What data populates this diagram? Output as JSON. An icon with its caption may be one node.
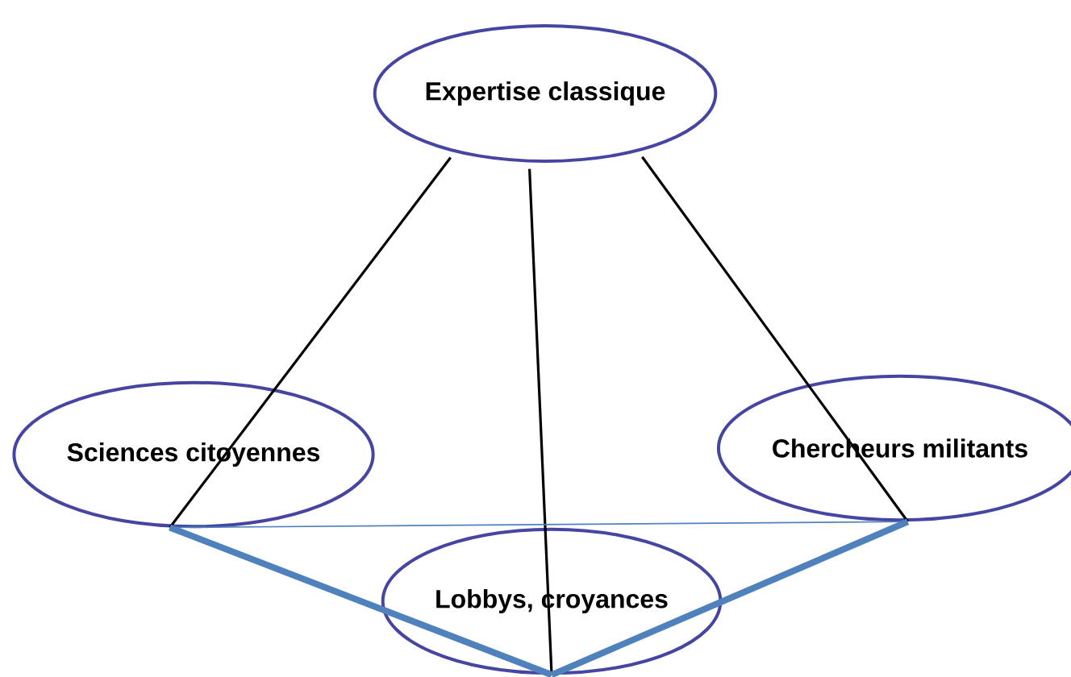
{
  "diagram": {
    "nodes": [
      {
        "text": [
          "Expertise classique"
        ]
      },
      {
        "text": [
          "Sciences citoyennes"
        ]
      },
      {
        "text": [
          "Lobbys, croyances"
        ]
      },
      {
        "text": [
          "Chercheurs militants"
        ]
      }
    ],
    "edges": [
      {
        "from": 0,
        "to": 1,
        "arrow": "none"
      },
      {
        "from": 0,
        "to": 2,
        "arrow": "none"
      },
      {
        "from": 0,
        "to": 3,
        "arrow": "none"
      },
      {
        "from": 1,
        "to": 3,
        "arrow": "none",
        "color": "#4f81bd"
      },
      {
        "from": 1,
        "to": 2,
        "arrow": "none",
        "style": "thick",
        "color": "#4f81bd"
      },
      {
        "from": 2,
        "to": 3,
        "arrow": "none",
        "style": "thick",
        "color": "#4f81bd"
      }
    ]
  }
}
